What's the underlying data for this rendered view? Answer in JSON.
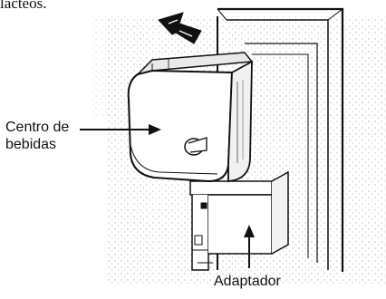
{
  "caption_partial": "lácteos.",
  "labels": {
    "centro_line1": "Centro de",
    "centro_line2": "bebidas",
    "adaptador": "Adaptador"
  }
}
